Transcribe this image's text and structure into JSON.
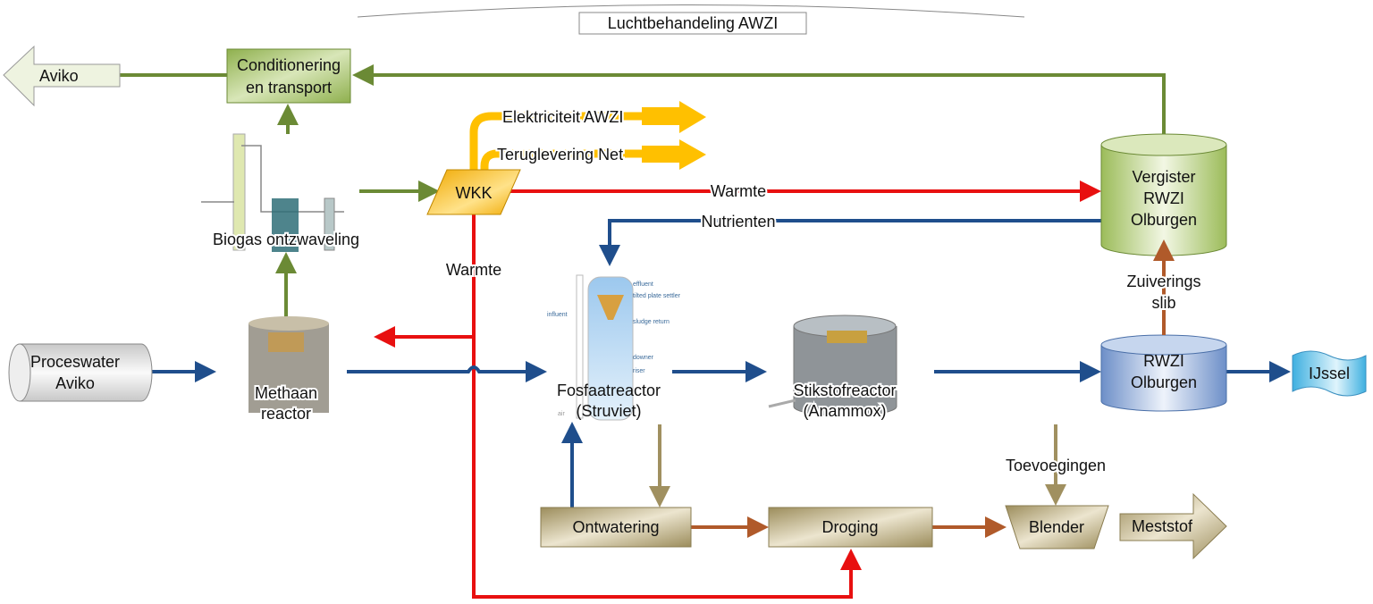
{
  "header": {
    "title": "Luchtbehandeling AWZI"
  },
  "nodes": {
    "aviko_out": "Aviko",
    "conditionering": [
      "Conditionering",
      "en transport"
    ],
    "biogas": "Biogas ontzwaveling",
    "wkk": "WKK",
    "elektriciteit": "Elektriciteit AWZI",
    "teruglevering": "Teruglevering Net",
    "vergister": [
      "Vergister",
      "RWZI",
      "Olburgen"
    ],
    "proceswater": [
      "Proceswater",
      "Aviko"
    ],
    "methaan": [
      "Methaan",
      "reactor"
    ],
    "fosfaat": [
      "Fosfaatreactor",
      "(Struviet)"
    ],
    "fosfaat_image_labels": [
      "effluent",
      "tilted plate settler",
      "influent",
      "sludge return",
      "downer",
      "riser",
      "air"
    ],
    "stikstof": [
      "Stikstofreactor",
      "(Anammox)"
    ],
    "rwzi": [
      "RWZI",
      "Olburgen"
    ],
    "ijssel": "IJssel",
    "ontwatering": "Ontwatering",
    "droging": "Droging",
    "blender": "Blender",
    "meststof": "Meststof"
  },
  "flows": {
    "warmte_top": "Warmte",
    "nutrienten": "Nutrienten",
    "warmte_left": "Warmte",
    "zuiverings": [
      "Zuiverings",
      "slib"
    ],
    "toevoegingen": "Toevoegingen"
  },
  "colors": {
    "gas": "#6b8a35",
    "heat": "#e81010",
    "water": "#1f4e8c",
    "sludge": "#b05a2a",
    "solids": "#a09060",
    "power": "#ffc000"
  }
}
